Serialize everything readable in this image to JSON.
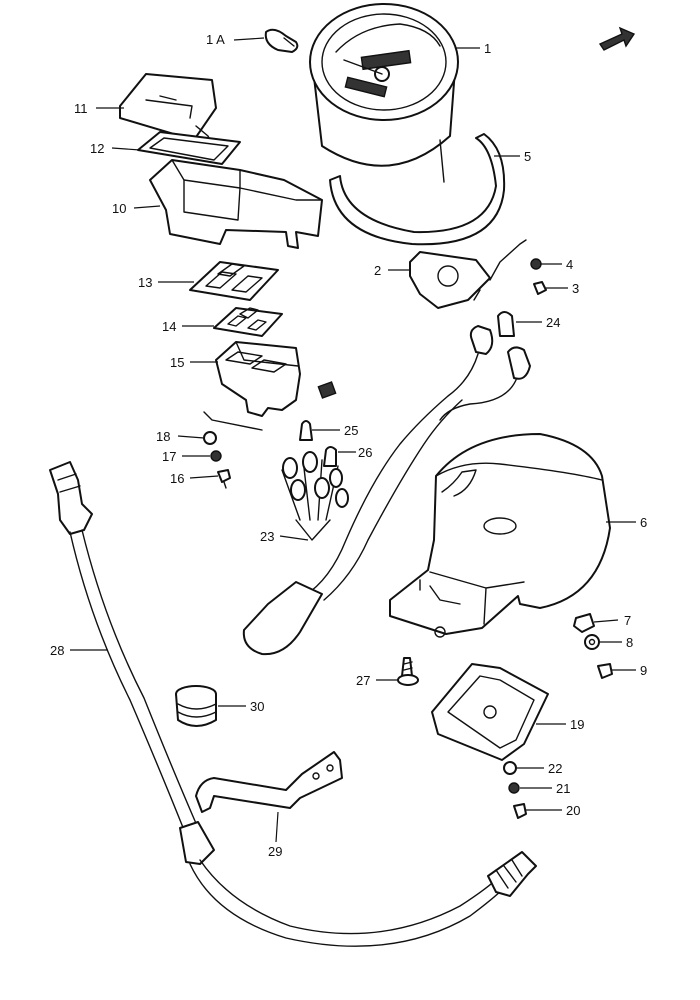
{
  "callouts": [
    {
      "id": "1A",
      "text": "1 A"
    },
    {
      "id": "1",
      "text": "1"
    },
    {
      "id": "5",
      "text": "5"
    },
    {
      "id": "11",
      "text": "11"
    },
    {
      "id": "12",
      "text": "12"
    },
    {
      "id": "10",
      "text": "10"
    },
    {
      "id": "2",
      "text": "2"
    },
    {
      "id": "4",
      "text": "4"
    },
    {
      "id": "3",
      "text": "3"
    },
    {
      "id": "13",
      "text": "13"
    },
    {
      "id": "24",
      "text": "24"
    },
    {
      "id": "14",
      "text": "14"
    },
    {
      "id": "15",
      "text": "15"
    },
    {
      "id": "18",
      "text": "18"
    },
    {
      "id": "25",
      "text": "25"
    },
    {
      "id": "17",
      "text": "17"
    },
    {
      "id": "26",
      "text": "26"
    },
    {
      "id": "16",
      "text": "16"
    },
    {
      "id": "6",
      "text": "6"
    },
    {
      "id": "23",
      "text": "23"
    },
    {
      "id": "28",
      "text": "28"
    },
    {
      "id": "7",
      "text": "7"
    },
    {
      "id": "8",
      "text": "8"
    },
    {
      "id": "9",
      "text": "9"
    },
    {
      "id": "27",
      "text": "27"
    },
    {
      "id": "30",
      "text": "30"
    },
    {
      "id": "19",
      "text": "19"
    },
    {
      "id": "22",
      "text": "22"
    },
    {
      "id": "21",
      "text": "21"
    },
    {
      "id": "20",
      "text": "20"
    },
    {
      "id": "29",
      "text": "29"
    }
  ]
}
